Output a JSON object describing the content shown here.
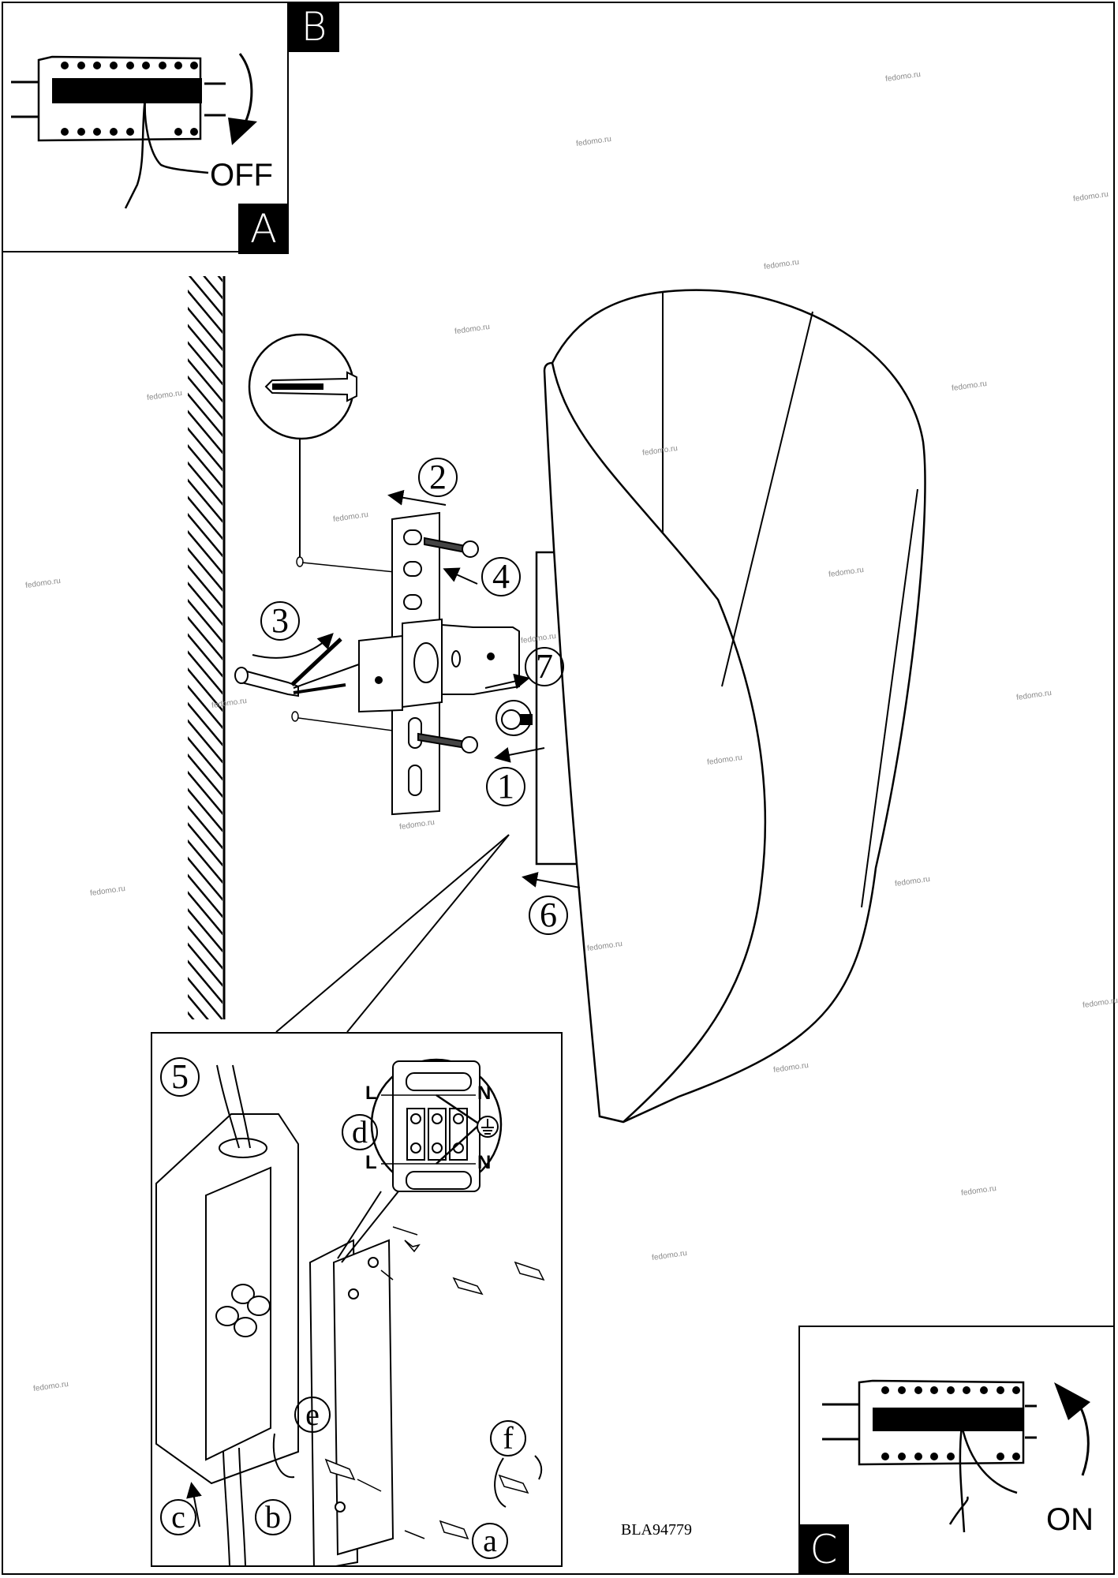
{
  "document": {
    "type": "installation-instructions",
    "model_code": "BLA94779",
    "watermark": "fedomo.ru"
  },
  "panels": {
    "power_off": {
      "badges": [
        "B",
        "A"
      ],
      "label": "OFF",
      "icon": "circuit-breaker-switch-down"
    },
    "power_on": {
      "badge": "C",
      "label": "ON",
      "icon": "circuit-breaker-switch-up"
    }
  },
  "steps": [
    {
      "number": "1",
      "symbol": "①",
      "description": "remove mounting bracket screw"
    },
    {
      "number": "2",
      "symbol": "②",
      "description": "detach bracket"
    },
    {
      "number": "3",
      "symbol": "③",
      "description": "feed mains cable"
    },
    {
      "number": "4",
      "symbol": "④",
      "description": "screw bracket to wall with dowels"
    },
    {
      "number": "5",
      "symbol": "⑤",
      "description": "wire junction box"
    },
    {
      "number": "6",
      "symbol": "⑥",
      "description": "attach lamp body"
    },
    {
      "number": "7",
      "symbol": "⑦",
      "description": "fix lamp with screw"
    }
  ],
  "wiring_detail": {
    "sub_steps": [
      "a",
      "b",
      "c",
      "d",
      "e",
      "f"
    ],
    "terminal_labels": {
      "left_top": "L",
      "right_top": "N",
      "left_bottom": "L",
      "right_bottom": "N"
    },
    "earth_icon": "earth-ground-icon"
  },
  "watermarks": [
    "fedomo.ru",
    "fedomo.ru",
    "fedomo.ru",
    "fedomo.ru",
    "fedomo.ru",
    "fedomo.ru",
    "fedomo.ru",
    "fedomo.ru",
    "fedomo.ru",
    "fedomo.ru",
    "fedomo.ru",
    "fedomo.ru",
    "fedomo.ru",
    "fedomo.ru",
    "fedomo.ru",
    "fedomo.ru",
    "fedomo.ru",
    "fedomo.ru",
    "fedomo.ru",
    "fedomo.ru",
    "fedomo.ru",
    "fedomo.ru",
    "fedomo.ru",
    "fedomo.ru"
  ]
}
